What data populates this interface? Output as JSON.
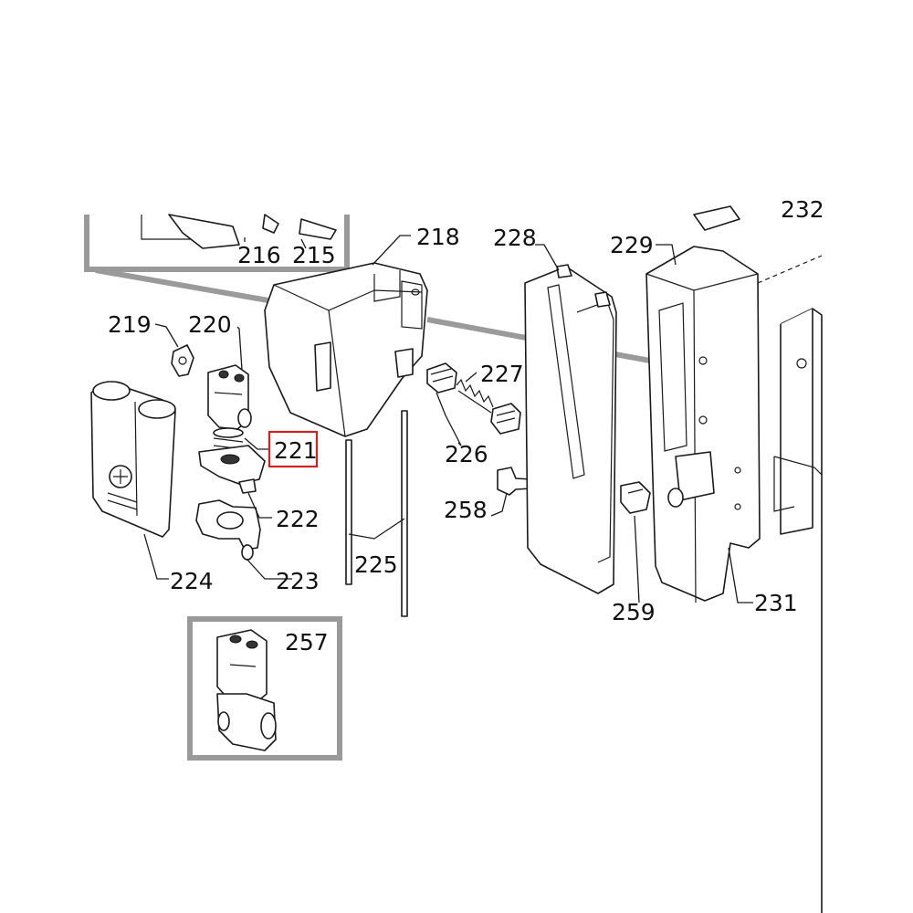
{
  "diagram": {
    "labels": {
      "p215": "215",
      "p216": "216",
      "p218": "218",
      "p219": "219",
      "p220": "220",
      "p221": "221",
      "p222": "222",
      "p223": "223",
      "p224": "224",
      "p225": "225",
      "p226": "226",
      "p227": "227",
      "p228": "228",
      "p229": "229",
      "p231": "231",
      "p257": "257",
      "p258": "258",
      "p259": "259",
      "p232_partial": "232"
    },
    "highlight_color": "#d62020",
    "frame_color": "#9a9a9a"
  }
}
